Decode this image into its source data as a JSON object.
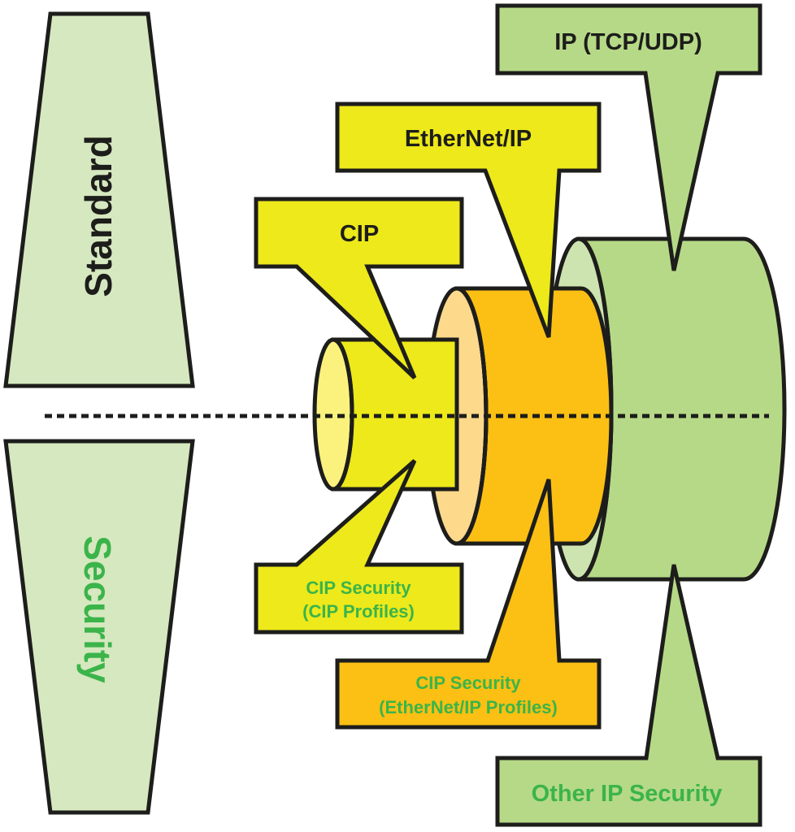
{
  "title": "CIP Security layered protocol diagram",
  "colors": {
    "outline": "#1d1d1b",
    "pale_green": "#d6e8bf",
    "green": "#b6d987",
    "green_rim": "#cde4b0",
    "yellow": "#ede91a",
    "yellow_rim": "#fbf27e",
    "orange": "#fbc013",
    "orange_rim": "#fdd98c",
    "security_text": "#3bb44a",
    "standard_text": "#1d1d1b"
  },
  "side_labels": {
    "standard": "Standard",
    "security": "Security"
  },
  "layers": {
    "standard": [
      {
        "id": "cip",
        "label": "CIP"
      },
      {
        "id": "ethernetip",
        "label": "EtherNet/IP"
      },
      {
        "id": "ip",
        "label": "IP (TCP/UDP)"
      }
    ],
    "security": [
      {
        "id": "cip-security-cip",
        "line1": "CIP Security",
        "line2": "(CIP Profiles)"
      },
      {
        "id": "cip-security-enip",
        "line1": "CIP Security",
        "line2": "(EtherNet/IP Profiles)"
      },
      {
        "id": "other-ip-security",
        "label": "Other IP Security"
      }
    ]
  }
}
